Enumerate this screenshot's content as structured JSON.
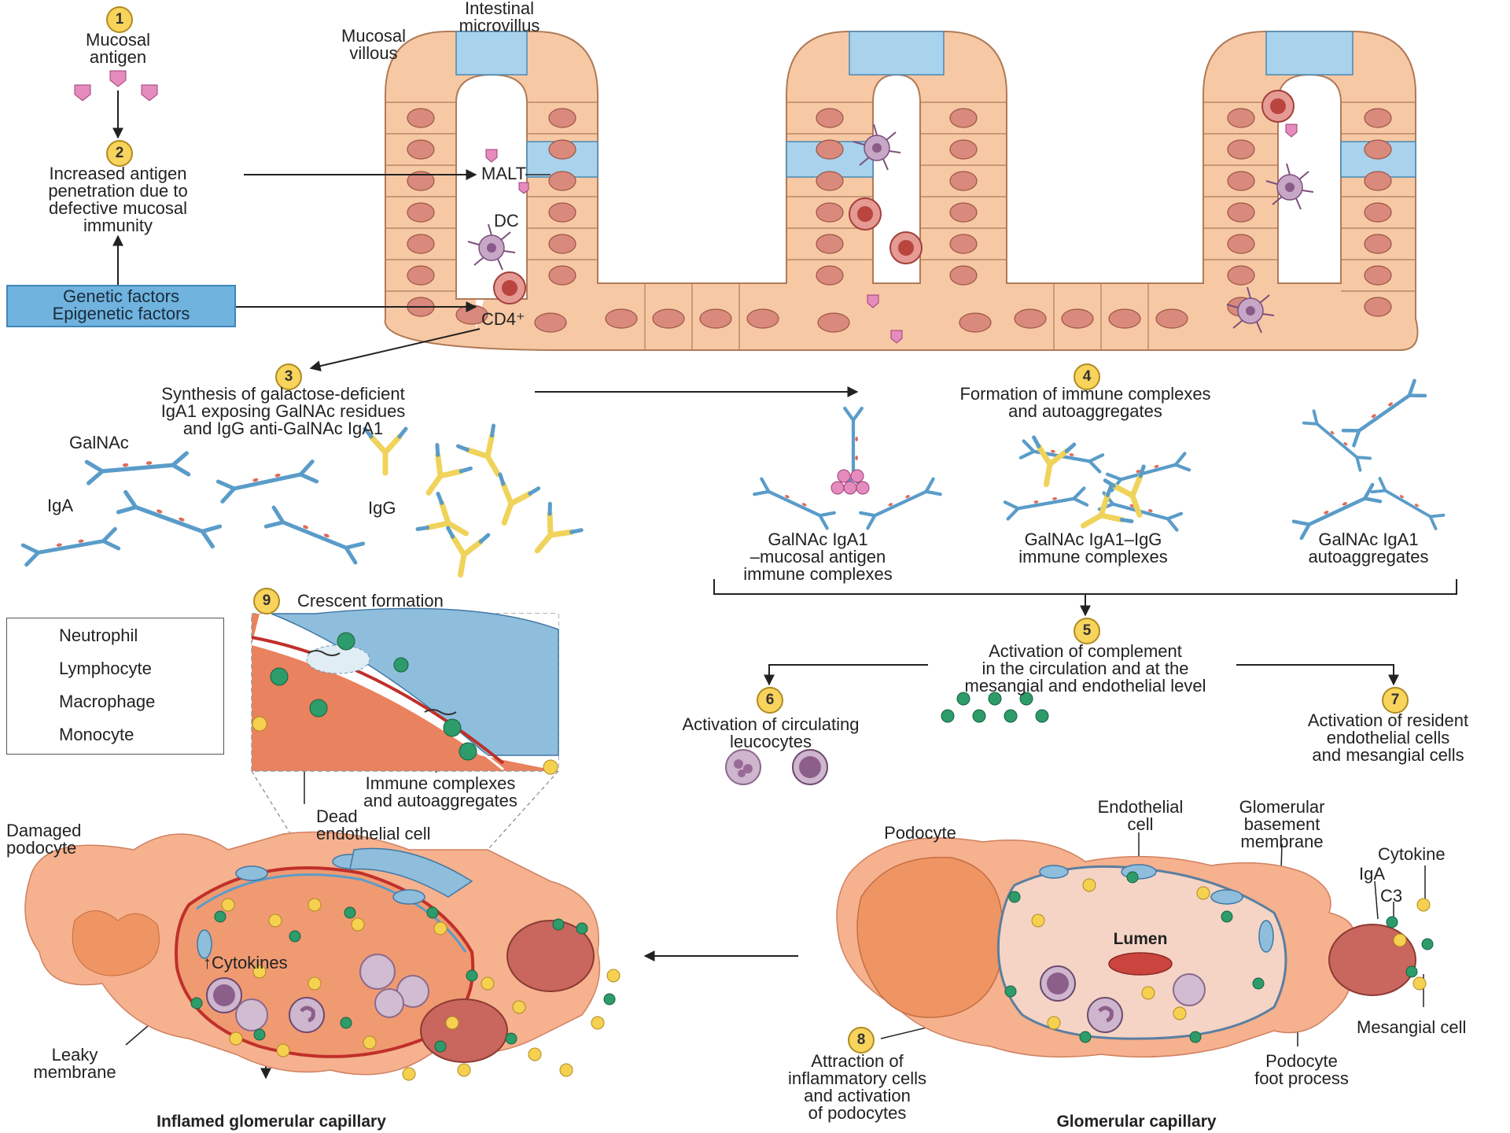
{
  "steps": {
    "s1": {
      "num": "1",
      "label": "Mucosal\nantigen"
    },
    "s2": {
      "num": "2",
      "label": "Increased antigen\npenetration due to\ndefective mucosal\nimmunity"
    },
    "s3": {
      "num": "3",
      "label": "Synthesis of galactose-deficient\nIgA1 exposing GalNAc residues\nand IgG anti-GalNAc IgA1"
    },
    "s4": {
      "num": "4",
      "label": "Formation of immune complexes\nand autoaggregates"
    },
    "s5": {
      "num": "5",
      "label": "Activation of complement\nin the circulation and at the\nmesangial and endothelial level"
    },
    "s6": {
      "num": "6",
      "label": "Activation of circulating\nleucocytes"
    },
    "s7": {
      "num": "7",
      "label": "Activation of resident\nendothelial cells\nand mesangial cells"
    },
    "s8": {
      "num": "8",
      "label": "Attraction of\ninflammatory cells\nand activation\nof podocytes"
    },
    "s9": {
      "num": "9",
      "label": "Crescent formation"
    }
  },
  "factors_box": "Genetic factors\nEpigenetic factors",
  "villus_labels": {
    "intestinal_microvillus": "Intestinal\nmicrovillus",
    "mucosal_villous": "Mucosal\nvillous",
    "malt": "MALT",
    "dc": "DC",
    "cd4": "CD4⁺"
  },
  "antibody_labels": {
    "galnac": "GalNAc",
    "iga": "IgA",
    "igg": "IgG"
  },
  "complex_labels": {
    "c1": "GalNAc IgA1\n–mucosal antigen\nimmune complexes",
    "c2": "GalNAc IgA1–IgG\nimmune complexes",
    "c3": "GalNAc IgA1\nautoaggregates"
  },
  "legend": [
    {
      "name": "neutrophil",
      "label": "Neutrophil"
    },
    {
      "name": "lymphocyte",
      "label": "Lymphocyte"
    },
    {
      "name": "macrophage",
      "label": "Macrophage"
    },
    {
      "name": "monocyte",
      "label": "Monocyte"
    }
  ],
  "inflamed_labels": {
    "immune_complexes": "Immune complexes\nand autoaggregates",
    "dead_endothelial": "Dead\nendothelial cell",
    "damaged_podocyte": "Damaged\npodocyte",
    "cytokines": "↑Cytokines",
    "leaky_membrane": "Leaky\nmembrane",
    "title": "Inflamed glomerular capillary"
  },
  "normal_labels": {
    "podocyte": "Podocyte",
    "endothelial_cell": "Endothelial\ncell",
    "gbm": "Glomerular\nbasement\nmembrane",
    "cytokine": "Cytokine",
    "iga": "IgA",
    "c3": "C3",
    "lumen": "Lumen",
    "mesangial_cell": "Mesangial cell",
    "podocyte_foot": "Podocyte\nfoot process",
    "title": "Glomerular capillary"
  },
  "colors": {
    "epithelium": "#f6c9a4",
    "nucleus": "#d98a7c",
    "microvillus": "#a9d2ec",
    "antibody": "#5a9cc9",
    "igg": "#f0d35a",
    "complement": "#2e9b6a",
    "cytokine": "#f6d150",
    "podocyte": "#f3a77b",
    "mesangial": "#c9665d",
    "lumen": "#f5d4c5"
  }
}
